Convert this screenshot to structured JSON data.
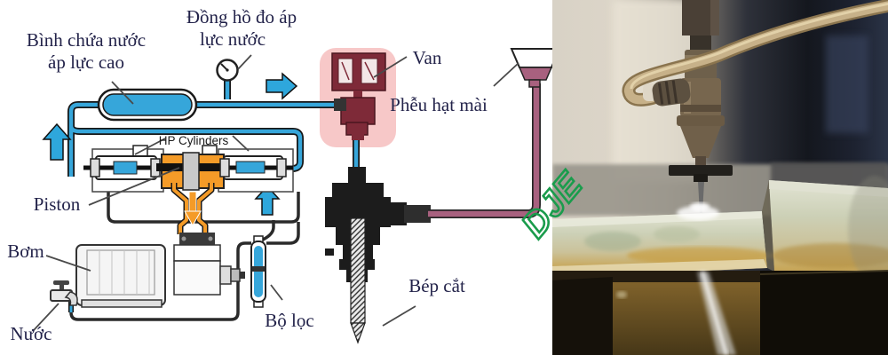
{
  "diagram": {
    "labels": {
      "tank": {
        "line1": "Bình chứa nước",
        "line2": "áp lực cao"
      },
      "gauge": {
        "line1": "Đồng hồ đo áp",
        "line2": "lực nước"
      },
      "valve": "Van",
      "hopper": "Phễu hạt mài",
      "hp_cylinders": "HP Cylinders",
      "piston": "Piston",
      "pump": "Bơm",
      "water": "Nước",
      "filter": "Bộ lọc",
      "cutting_nozzle": "Bép cắt"
    },
    "colors": {
      "water_pipe_blue": "#36a6da",
      "hydraulic_orange": "#f49b28",
      "valve_maroon": "#7e2a38",
      "valve_highlight_pink": "#f7c5c5",
      "abrasive_line_mauve": "#a8617f",
      "label_text": "#23234a"
    }
  },
  "photo": {
    "watermark": "DJE"
  }
}
